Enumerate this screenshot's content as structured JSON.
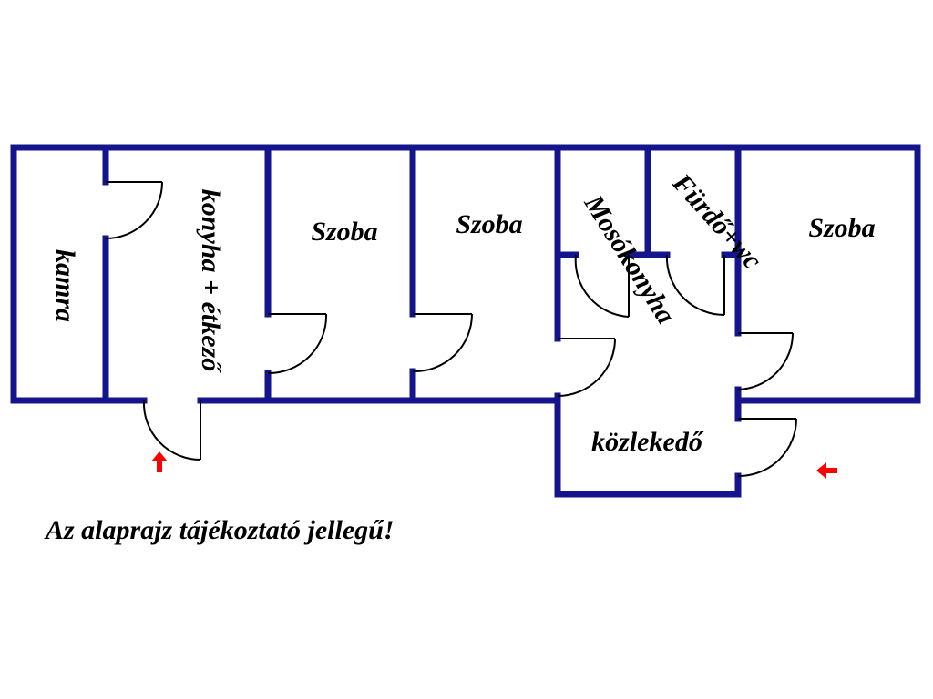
{
  "colors": {
    "wall": "#14148c",
    "door": "#000000",
    "arrow": "#ff0000",
    "text": "#000000"
  },
  "rooms": {
    "kamra": "kamra",
    "konyha": "konyha + étkező",
    "szoba1": "Szoba",
    "szoba2": "Szoba",
    "mosokonyha": "Mosókonyha",
    "furdo": "Fürdő+wc",
    "szoba3": "Szoba",
    "kozlekedo": "közlekedő"
  },
  "entrance_icons": [
    "arrow-up-icon",
    "arrow-left-icon"
  ],
  "disclaimer": "Az alaprajz tájékoztató jellegű!"
}
